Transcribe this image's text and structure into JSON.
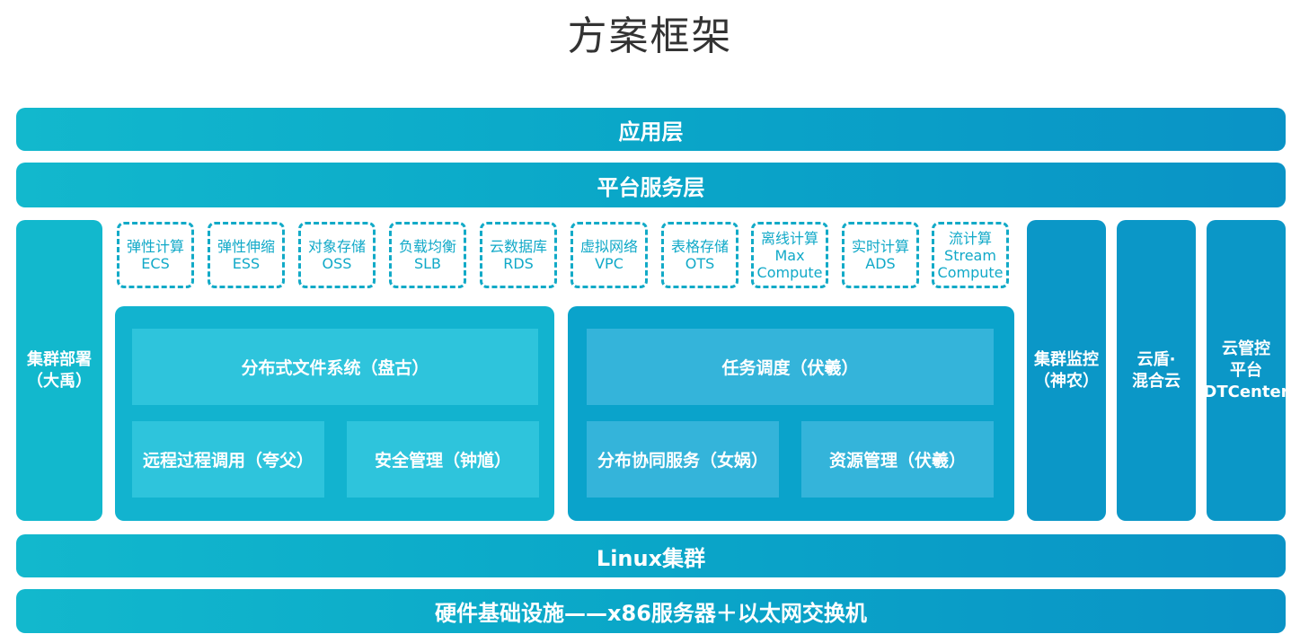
{
  "title": "方案框架",
  "layers": {
    "application": "应用层",
    "platform_service": "平台服务层",
    "linux_cluster": "Linux集群",
    "hardware": "硬件基础设施——x86服务器＋以太网交换机"
  },
  "left_column": {
    "line1": "集群部署",
    "line2": "（大禹）"
  },
  "right_columns": [
    {
      "line1": "集群监控",
      "line2": "（神农）",
      "line3": ""
    },
    {
      "line1": "云盾·",
      "line2": "混合云",
      "line3": ""
    },
    {
      "line1": "云管控",
      "line2": "平台",
      "line3": "DTCenter"
    }
  ],
  "services": [
    {
      "name": "弹性计算",
      "code": "ECS",
      "code2": ""
    },
    {
      "name": "弹性伸缩",
      "code": "ESS",
      "code2": ""
    },
    {
      "name": "对象存储",
      "code": "OSS",
      "code2": ""
    },
    {
      "name": "负载均衡",
      "code": "SLB",
      "code2": ""
    },
    {
      "name": "云数据库",
      "code": "RDS",
      "code2": ""
    },
    {
      "name": "虚拟网络",
      "code": "VPC",
      "code2": ""
    },
    {
      "name": "表格存储",
      "code": "OTS",
      "code2": ""
    },
    {
      "name": "离线计算",
      "code": "Max",
      "code2": "Compute"
    },
    {
      "name": "实时计算",
      "code": "ADS",
      "code2": ""
    },
    {
      "name": "流计算",
      "code": "Stream",
      "code2": "Compute"
    }
  ],
  "core_left": {
    "top": "分布式文件系统（盘古）",
    "bottom_left": "远程过程调用（夸父）",
    "bottom_right": "安全管理（钟馗）"
  },
  "core_right": {
    "top": "任务调度（伏羲）",
    "bottom_left": "分布协同服务（女娲）",
    "bottom_right": "资源管理（伏羲）"
  }
}
